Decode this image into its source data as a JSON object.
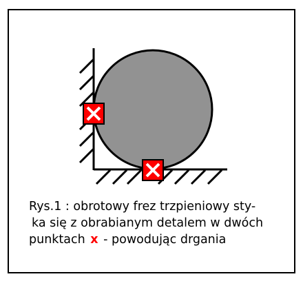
{
  "caption": {
    "line1": "Rys.1 : obrotowy frez trzpieniowy sty-",
    "line2": "ka się z obrabianym detalem w dwóch",
    "line3_before": "punktach ",
    "line3_mark": "x",
    "line3_after": " - powodując drgania"
  },
  "colors": {
    "cutter_fill": "#929292",
    "contact_mark": "#ff0000",
    "outline": "#000000"
  },
  "icons": {
    "contact_marker": "red-x-mark-icon"
  }
}
